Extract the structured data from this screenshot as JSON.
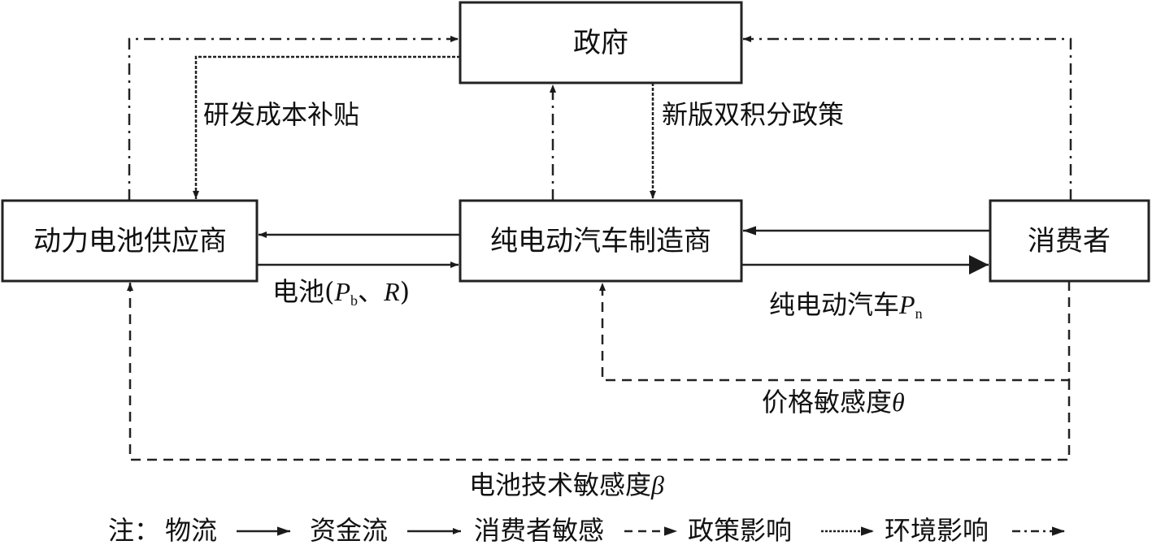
{
  "nodes": {
    "government": "政府",
    "battery_supplier": "动力电池供应商",
    "bev_manufacturer": "纯电动汽车制造商",
    "consumer": "消费者"
  },
  "edge_labels": {
    "rd_subsidy": "研发成本补贴",
    "dual_credit_policy": "新版双积分政策",
    "battery_prefix": "电池(",
    "battery_price_symbol": "P",
    "battery_price_sub": "b",
    "battery_sep": "、",
    "battery_r_symbol": "R",
    "battery_suffix": ")",
    "bev_prefix": "纯电动汽车",
    "bev_price_symbol": "P",
    "bev_price_sub": "n",
    "price_sensitivity": "价格敏感度",
    "price_sensitivity_symbol": "θ",
    "battery_tech_sensitivity": "电池技术敏感度",
    "battery_tech_sensitivity_symbol": "β"
  },
  "legend": {
    "prefix": "注：",
    "items": [
      {
        "label": "物流",
        "style": "solid-large-arrow"
      },
      {
        "label": "资金流",
        "style": "solid"
      },
      {
        "label": "消费者敏感",
        "style": "dashed"
      },
      {
        "label": "政策影响",
        "style": "dotted"
      },
      {
        "label": "环境影响",
        "style": "dash-dot"
      }
    ]
  },
  "edges": [
    {
      "from": "battery_supplier",
      "to": "government",
      "type": "环境影响"
    },
    {
      "from": "government",
      "to": "battery_supplier",
      "type": "政策影响",
      "label": "研发成本补贴"
    },
    {
      "from": "bev_manufacturer",
      "to": "government",
      "type": "环境影响"
    },
    {
      "from": "government",
      "to": "bev_manufacturer",
      "type": "政策影响",
      "label": "新版双积分政策"
    },
    {
      "from": "consumer",
      "to": "government",
      "type": "环境影响"
    },
    {
      "from": "bev_manufacturer",
      "to": "battery_supplier",
      "type": "资金流"
    },
    {
      "from": "battery_supplier",
      "to": "bev_manufacturer",
      "type": "物流",
      "label": "电池(Pb、R)"
    },
    {
      "from": "consumer",
      "to": "bev_manufacturer",
      "type": "资金流"
    },
    {
      "from": "bev_manufacturer",
      "to": "consumer",
      "type": "物流",
      "label": "纯电动汽车Pn"
    },
    {
      "from": "consumer",
      "to": "bev_manufacturer",
      "type": "消费者敏感",
      "label": "价格敏感度θ"
    },
    {
      "from": "consumer",
      "to": "battery_supplier",
      "type": "消费者敏感",
      "label": "电池技术敏感度β"
    }
  ]
}
